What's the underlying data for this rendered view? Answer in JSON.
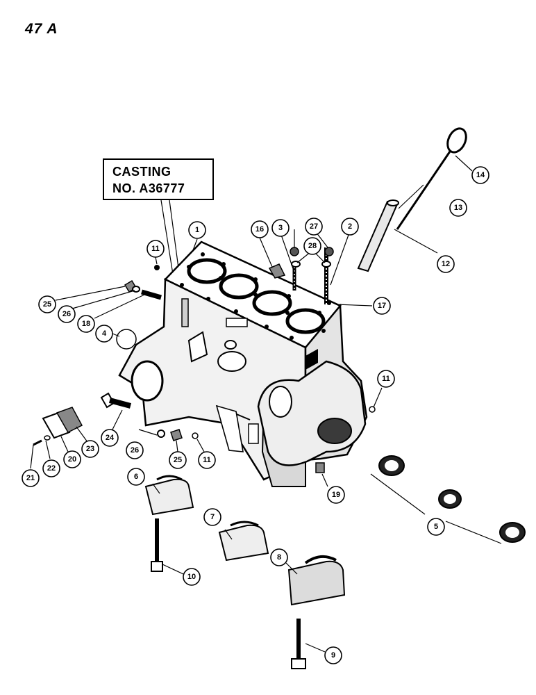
{
  "page_number": "47 A",
  "casting_label": {
    "line1": "CASTING",
    "line2": "NO. A36777"
  },
  "callouts": [
    "1",
    "2",
    "3",
    "4",
    "5",
    "6",
    "7",
    "8",
    "9",
    "10",
    "11",
    "11",
    "11",
    "12",
    "13",
    "14",
    "16",
    "17",
    "18",
    "19",
    "20",
    "21",
    "22",
    "23",
    "24",
    "25",
    "25",
    "26",
    "26",
    "27",
    "28"
  ]
}
